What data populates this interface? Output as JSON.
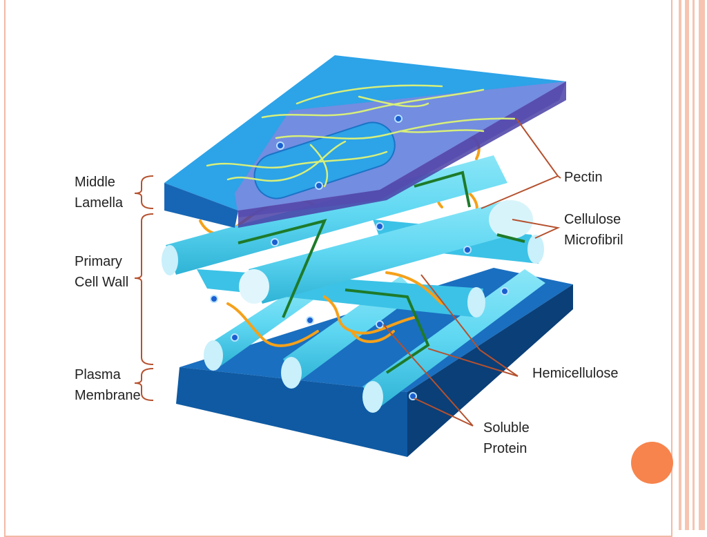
{
  "diagram": {
    "labels": {
      "middle_lamella": [
        "Middle",
        "Lamella"
      ],
      "primary_cell_wall": [
        "Primary",
        "Cell Wall"
      ],
      "plasma_membrane": [
        "Plasma",
        "Membrane"
      ],
      "pectin": [
        "Pectin"
      ],
      "cellulose_microfibril": [
        "Cellulose",
        "Microfibril"
      ],
      "hemicellulose": [
        "Hemicellulose"
      ],
      "soluble_protein": [
        "Soluble",
        "Protein"
      ]
    },
    "colors": {
      "membrane_top": "#1a73c6",
      "membrane_side": "#0d4d8c",
      "lamella_top": "#2da3e8",
      "lamella_purple": "#8b86de",
      "microfibril": "#5fd7f2",
      "microfibril_end": "#c9f0fb",
      "pectin": "#d7ef7a",
      "hemicellulose_orange": "#f5a11a",
      "hemicellulose_green": "#1e7a2a",
      "leader_line": "#b5512e",
      "accent_dot": "#f7844d"
    }
  }
}
